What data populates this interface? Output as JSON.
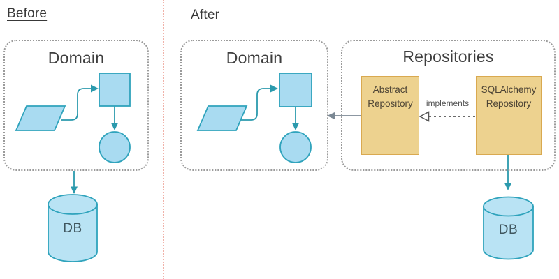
{
  "titles": {
    "before": "Before",
    "after": "After"
  },
  "left_panel": {
    "domain_title": "Domain",
    "db_label": "DB"
  },
  "right_panel": {
    "domain_title": "Domain",
    "repositories_title": "Repositories",
    "abstract_repository_label": "Abstract Repository",
    "sqlalchemy_repository_label": "SQLAlchemy Repository",
    "implements_label": "implements",
    "db_label": "DB"
  },
  "colors": {
    "shape_fill": "#a9dbf1",
    "db_fill": "#b9e3f4",
    "shape_stroke": "#2fa3bc",
    "arrow_teal": "#2b9aad",
    "repo_fill": "#edd28f",
    "repo_stroke": "#d9a950",
    "dashed_border": "#9b9b9b",
    "divider": "#f0b2a9",
    "arrow_gray": "#7b8894",
    "title_text": "#3e3e3e",
    "repo_text": "#4d4435"
  }
}
